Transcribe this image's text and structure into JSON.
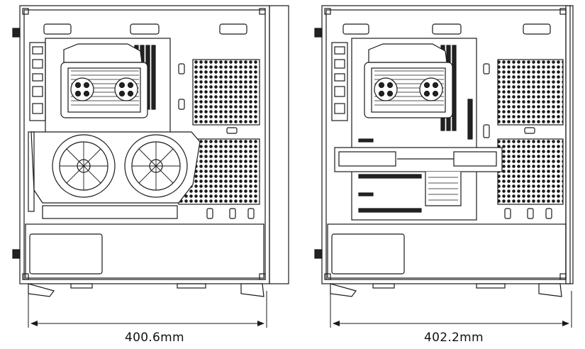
{
  "diagram": {
    "left_case": {
      "width_label": "400.6mm",
      "components": [
        "cpu-cooler",
        "ram-modules",
        "graphics-card-dual-fan",
        "mesh-panel",
        "psu-shroud",
        "io-panel"
      ]
    },
    "right_case": {
      "width_label": "402.2mm",
      "components": [
        "cpu-cooler",
        "ram-modules",
        "vertical-gpu-riser",
        "pcie-slots",
        "mesh-panel",
        "psu-shroud",
        "io-panel"
      ]
    },
    "colors": {
      "line": "#1a1a1a",
      "fill": "#ffffff",
      "dark": "#222222"
    }
  }
}
